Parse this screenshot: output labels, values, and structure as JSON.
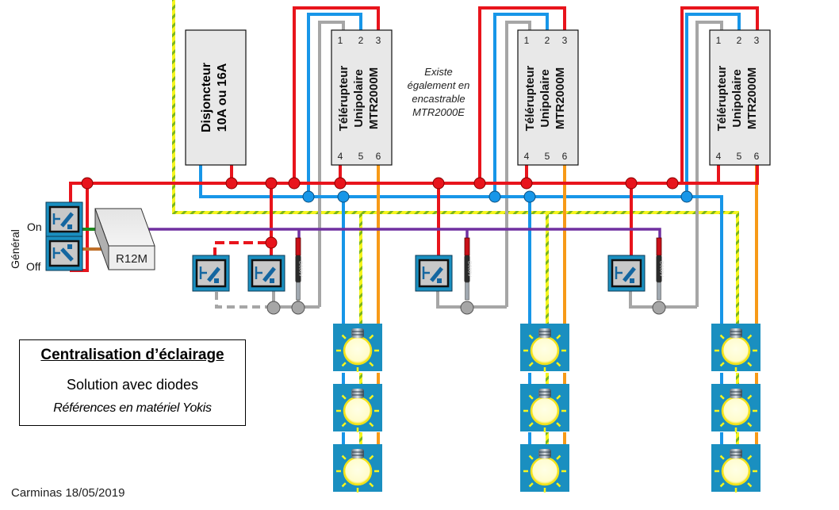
{
  "colors": {
    "phase": "#e8141c",
    "neutral": "#1796e8",
    "earth_base": "#f5f51e",
    "earth_stripe": "#7ab51d",
    "return": "#a6a6a6",
    "lamp_wire": "#f79a17",
    "control": "#7030a0",
    "on_wire": "#1f8a1f",
    "off_wire": "#c0702a",
    "module_fill": "#e8e8e8",
    "plate_blue": "#1a8fc0"
  },
  "breaker": {
    "line1": "Disjoncteur",
    "line2": "10A ou 16A"
  },
  "relays": [
    {
      "line1": "Télérupteur",
      "line2": "Unipolaire",
      "line3": "MTR2000M",
      "terminals_top": [
        "1",
        "2",
        "3"
      ],
      "terminals_bottom": [
        "4",
        "5",
        "6"
      ]
    },
    {
      "line1": "Télérupteur",
      "line2": "Unipolaire",
      "line3": "MTR2000M",
      "terminals_top": [
        "1",
        "2",
        "3"
      ],
      "terminals_bottom": [
        "4",
        "5",
        "6"
      ]
    },
    {
      "line1": "Télérupteur",
      "line2": "Unipolaire",
      "line3": "MTR2000M",
      "terminals_top": [
        "1",
        "2",
        "3"
      ],
      "terminals_bottom": [
        "4",
        "5",
        "6"
      ]
    }
  ],
  "note": {
    "line1": "Existe",
    "line2": "également en",
    "line3": "encastrable",
    "line4": "MTR2000E"
  },
  "general": {
    "label": "Général",
    "on": "On",
    "off": "Off"
  },
  "central_module": {
    "label": "R12M"
  },
  "diodes": [
    {
      "label": "D600V"
    },
    {
      "label": "D600V"
    },
    {
      "label": "D600V"
    }
  ],
  "lamp_groups": [
    {
      "count": 3
    },
    {
      "count": 3
    },
    {
      "count": 3
    }
  ],
  "info": {
    "title": "Centralisation d’éclairage",
    "subtitle": "Solution avec diodes",
    "reference": "Références en matériel Yokis"
  },
  "credit": "Carminas 18/05/2019"
}
